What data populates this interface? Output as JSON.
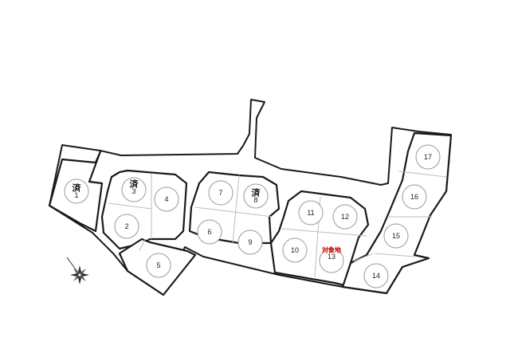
{
  "map": {
    "colors": {
      "line": "#1a1a1a",
      "divider": "#bdbdbd",
      "target": "#cc0000"
    },
    "lots": [
      {
        "id": "1",
        "number": "1",
        "sold_label": "済"
      },
      {
        "id": "2",
        "number": "2",
        "sold_label": ""
      },
      {
        "id": "3",
        "number": "3",
        "sold_label": "済"
      },
      {
        "id": "4",
        "number": "4",
        "sold_label": ""
      },
      {
        "id": "5",
        "number": "5",
        "sold_label": ""
      },
      {
        "id": "6",
        "number": "6",
        "sold_label": ""
      },
      {
        "id": "7",
        "number": "7",
        "sold_label": ""
      },
      {
        "id": "8",
        "number": "8",
        "sold_label": "済"
      },
      {
        "id": "9",
        "number": "9",
        "sold_label": ""
      },
      {
        "id": "10",
        "number": "10",
        "sold_label": ""
      },
      {
        "id": "11",
        "number": "11",
        "sold_label": ""
      },
      {
        "id": "12",
        "number": "12",
        "sold_label": ""
      },
      {
        "id": "13",
        "number": "13",
        "sold_label": "",
        "target_label": "対象地"
      },
      {
        "id": "14",
        "number": "14",
        "sold_label": ""
      },
      {
        "id": "15",
        "number": "15",
        "sold_label": ""
      },
      {
        "id": "16",
        "number": "16",
        "sold_label": ""
      },
      {
        "id": "17",
        "number": "17",
        "sold_label": ""
      }
    ],
    "compass": {
      "icon": "compass-rose-icon"
    }
  }
}
